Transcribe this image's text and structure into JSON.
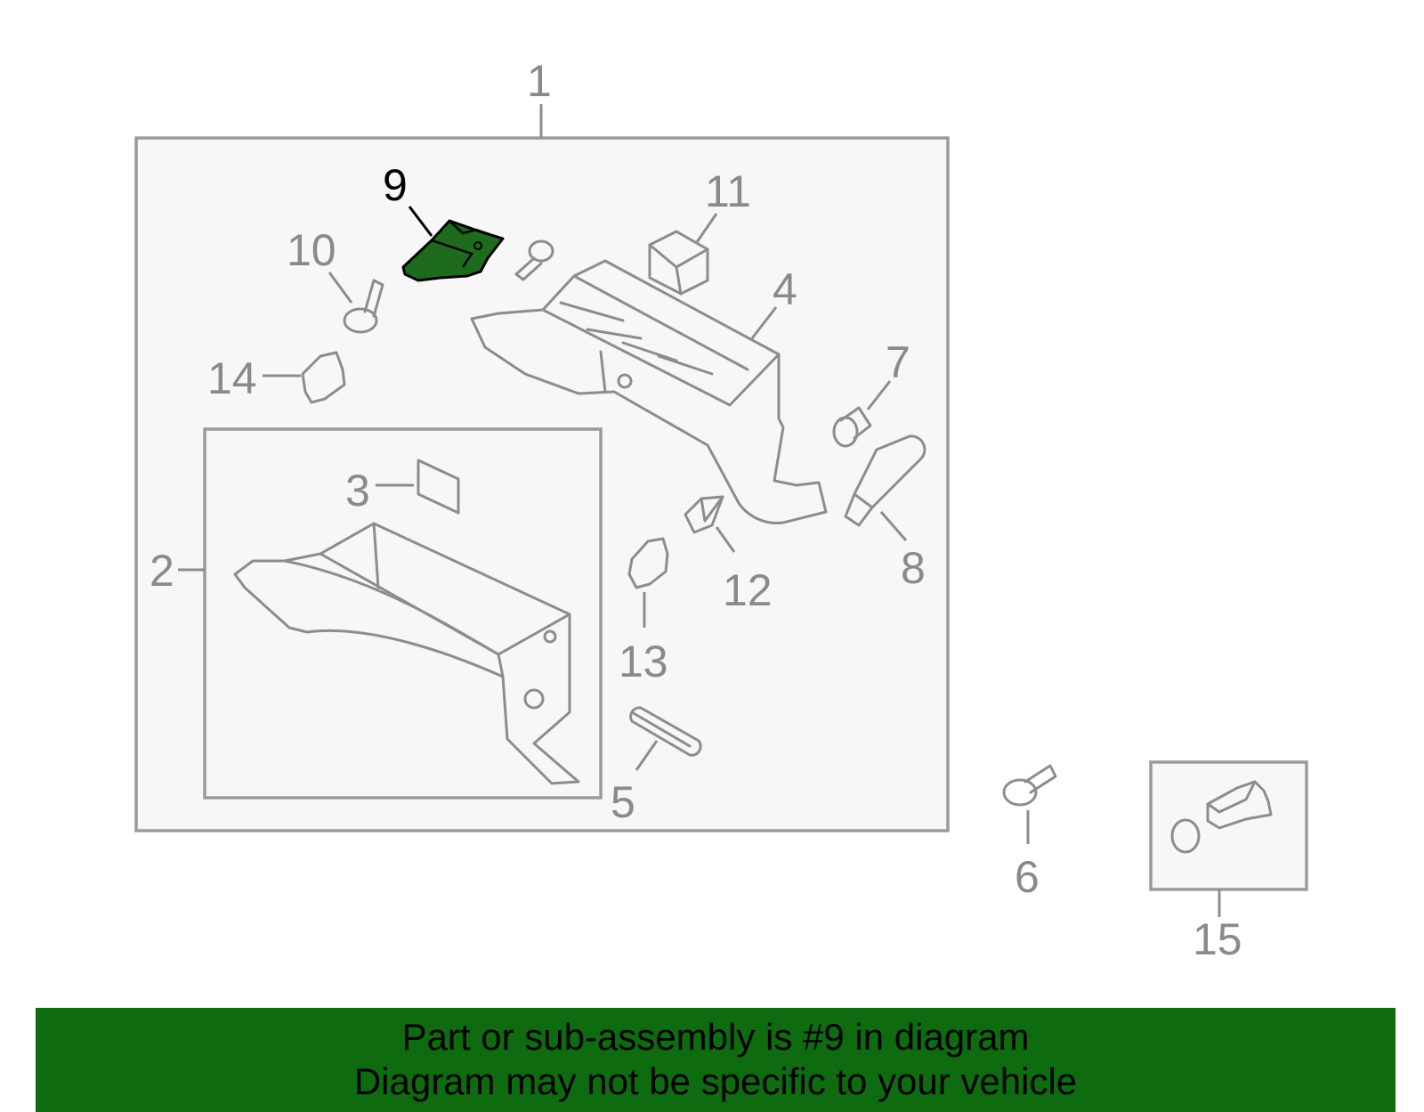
{
  "diagram": {
    "callouts": {
      "c1": "1",
      "c2": "2",
      "c3": "3",
      "c4": "4",
      "c5": "5",
      "c6": "6",
      "c7": "7",
      "c8": "8",
      "c9": "9",
      "c10": "10",
      "c11": "11",
      "c12": "12",
      "c13": "13",
      "c14": "14",
      "c15": "15"
    },
    "highlighted_part": "9",
    "highlight_color": "#1e6b1e",
    "line_color": "#8d8d8d",
    "box_fill": "#f7f7f7"
  },
  "banner": {
    "line1": "Part or sub-assembly is #9 in diagram",
    "line2": "Diagram may not be specific to your vehicle",
    "background": "#0f6b0f"
  }
}
